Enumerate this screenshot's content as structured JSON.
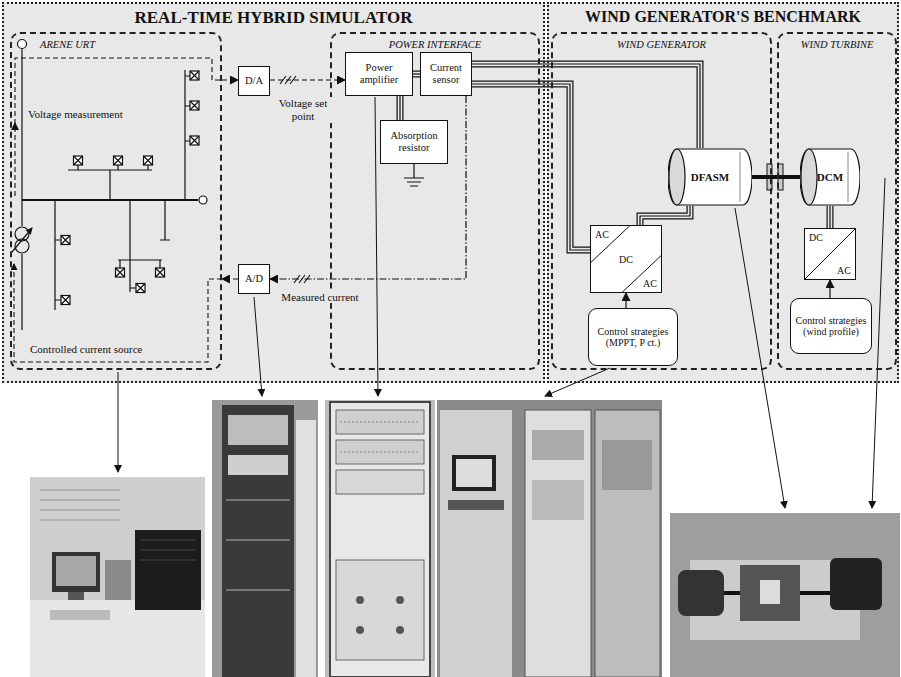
{
  "diagram": {
    "nodes": [
      {
        "text": [
          "REAL-TIME HYBRID SIMULATOR"
        ]
      },
      {
        "text": [
          "ARENE URT"
        ],
        "in": 0
      },
      {
        "text": [
          "D/A"
        ],
        "in": 0
      },
      {
        "text": [
          "A/D"
        ],
        "in": 0
      },
      {
        "text": [
          "POWER INTERFACE"
        ],
        "in": 0
      },
      {
        "text": [
          "Power amplifier"
        ],
        "in": 4
      },
      {
        "text": [
          "Current sensor"
        ],
        "in": 4
      },
      {
        "text": [
          "Absorption resistor"
        ],
        "in": 4
      },
      {
        "text": [
          "WIND GENERATOR'S BENCHMARK"
        ]
      },
      {
        "text": [
          "WIND GENERATOR"
        ],
        "in": 8
      },
      {
        "text": [
          "AC",
          "DC",
          "AC"
        ],
        "in": 9
      },
      {
        "text": [
          "DFASM"
        ],
        "in": 9
      },
      {
        "text": [
          "Control strategies (MPPT, P ct.)"
        ],
        "in": 9
      },
      {
        "text": [
          "WIND TURBINE"
        ],
        "in": 8
      },
      {
        "text": [
          "DCM"
        ],
        "in": 13
      },
      {
        "text": [
          "DC",
          "AC"
        ],
        "in": 13
      },
      {
        "text": [
          "Control strategies (wind profile)"
        ],
        "in": 13
      }
    ],
    "edges": [
      {
        "from": 1,
        "to": 2,
        "arrow": "to"
      },
      {
        "from": 2,
        "to": 5,
        "arrow": "to",
        "label": "Voltage set point"
      },
      {
        "from": 5,
        "to": 6,
        "arrow": "none"
      },
      {
        "from": 5,
        "to": 7,
        "arrow": "none"
      },
      {
        "from": 6,
        "to": 3,
        "arrow": "to",
        "label": "Measured current"
      },
      {
        "from": 3,
        "to": 1,
        "arrow": "to"
      },
      {
        "from": 6,
        "to": 11,
        "arrow": "none"
      },
      {
        "from": 6,
        "to": 10,
        "arrow": "none"
      },
      {
        "from": 10,
        "to": 11,
        "arrow": "none"
      },
      {
        "from": 12,
        "to": 10,
        "arrow": "to"
      },
      {
        "from": 11,
        "to": 14,
        "arrow": "none"
      },
      {
        "from": 15,
        "to": 14,
        "arrow": "none"
      },
      {
        "from": 16,
        "to": 15,
        "arrow": "to"
      }
    ],
    "labels": [
      "Voltage measurement",
      "Controlled current source"
    ]
  }
}
